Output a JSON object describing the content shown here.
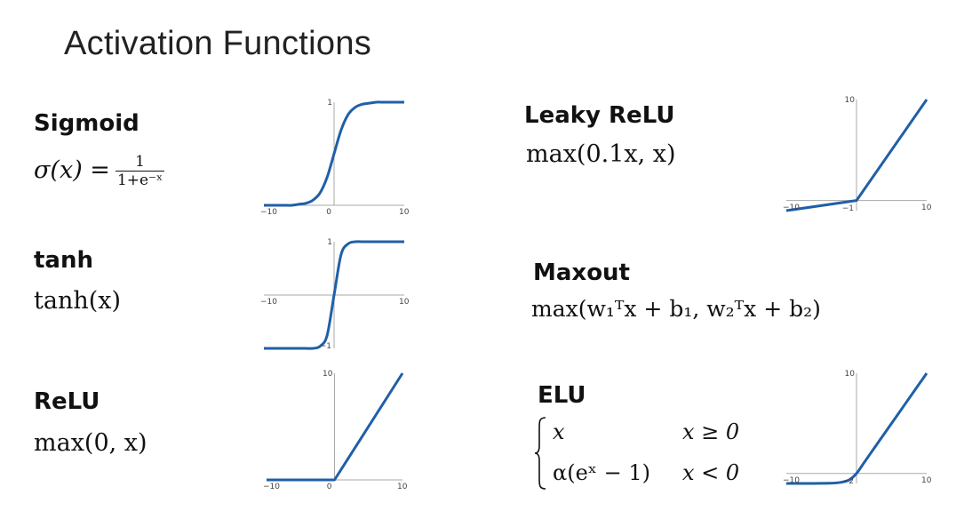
{
  "slide": {
    "title": "Activation Functions",
    "sections": {
      "sigmoid": {
        "name": "Sigmoid",
        "formula_lhs": "σ(x) =",
        "formula_num": "1",
        "formula_den": "1+e⁻ˣ"
      },
      "tanh": {
        "name": "tanh",
        "formula": "tanh(x)"
      },
      "relu": {
        "name": "ReLU",
        "formula": "max(0, x)"
      },
      "leaky": {
        "name": "Leaky ReLU",
        "formula": "max(0.1x, x)"
      },
      "maxout": {
        "name": "Maxout",
        "formula": "max(w₁ᵀx + b₁, w₂ᵀx + b₂)"
      },
      "elu": {
        "name": "ELU",
        "case1_expr": "x",
        "case1_cond": "x ≥ 0",
        "case2_expr": "α(eˣ − 1)",
        "case2_cond": "x < 0"
      }
    }
  },
  "line_color": "#1f5fa8",
  "chart_data": [
    {
      "id": "sigmoid",
      "type": "line",
      "title": "Sigmoid",
      "xlim": [
        -10,
        10
      ],
      "ylim": [
        0,
        1
      ],
      "x": [
        -10,
        -9,
        -8,
        -7,
        -6,
        -5,
        -4,
        -3,
        -2,
        -1,
        0,
        1,
        2,
        3,
        4,
        5,
        6,
        7,
        8,
        9,
        10
      ],
      "y": [
        0,
        0,
        0,
        0,
        0,
        0.01,
        0.02,
        0.05,
        0.12,
        0.27,
        0.5,
        0.73,
        0.88,
        0.95,
        0.98,
        0.99,
        1,
        1,
        1,
        1,
        1
      ],
      "x_tick_labels": [
        "−10",
        "10"
      ],
      "y_tick_labels": [
        "0",
        "1"
      ]
    },
    {
      "id": "tanh",
      "type": "line",
      "title": "tanh",
      "xlim": [
        -10,
        10
      ],
      "ylim": [
        -1,
        1
      ],
      "x": [
        -10,
        -9,
        -8,
        -7,
        -6,
        -5,
        -4,
        -3,
        -2,
        -1,
        0,
        1,
        2,
        3,
        4,
        5,
        6,
        7,
        8,
        9,
        10
      ],
      "y": [
        -1,
        -1,
        -1,
        -1,
        -1,
        -1,
        -1,
        -1,
        -0.96,
        -0.76,
        0,
        0.76,
        0.96,
        1,
        1,
        1,
        1,
        1,
        1,
        1,
        1
      ],
      "x_tick_labels": [
        "−10",
        "10"
      ],
      "y_tick_labels": [
        "−1",
        "1"
      ]
    },
    {
      "id": "relu",
      "type": "line",
      "title": "ReLU",
      "xlim": [
        -10,
        10
      ],
      "ylim": [
        0,
        10
      ],
      "x": [
        -10,
        0,
        10
      ],
      "y": [
        0,
        0,
        10
      ],
      "x_tick_labels": [
        "−10",
        "10"
      ],
      "y_tick_labels": [
        "0",
        "10"
      ]
    },
    {
      "id": "leaky",
      "type": "line",
      "title": "Leaky ReLU",
      "xlim": [
        -10,
        10
      ],
      "ylim": [
        -1,
        10
      ],
      "x": [
        -10,
        0,
        10
      ],
      "y": [
        -1,
        0,
        10
      ],
      "x_tick_labels": [
        "−10",
        "10"
      ],
      "y_tick_labels": [
        "−1",
        "10"
      ]
    },
    {
      "id": "elu",
      "type": "line",
      "title": "ELU",
      "xlim": [
        -10,
        10
      ],
      "ylim": [
        -1,
        10
      ],
      "x": [
        -10,
        -9,
        -8,
        -7,
        -6,
        -5,
        -4,
        -3,
        -2,
        -1,
        0,
        1,
        2,
        3,
        4,
        5,
        6,
        7,
        8,
        9,
        10
      ],
      "y": [
        -1,
        -1,
        -1,
        -1,
        -1,
        -0.99,
        -0.98,
        -0.95,
        -0.86,
        -0.63,
        0,
        1,
        2,
        3,
        4,
        5,
        6,
        7,
        8,
        9,
        10
      ],
      "x_tick_labels": [
        "−10",
        "10"
      ],
      "y_tick_labels": [
        "−2",
        "10"
      ]
    }
  ]
}
